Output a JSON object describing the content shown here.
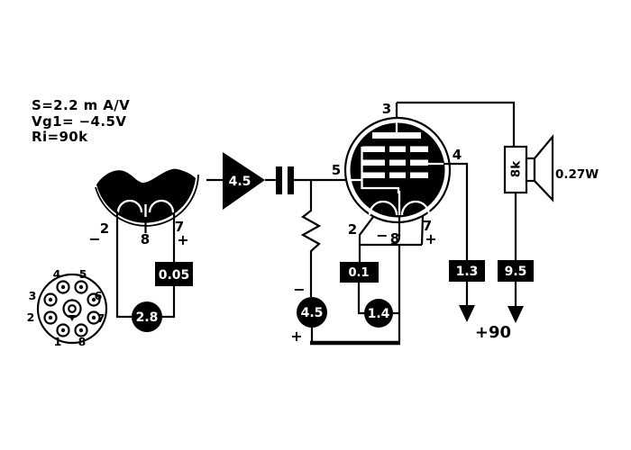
{
  "colors": {
    "ink": "#000000",
    "paper": "#ffffff"
  },
  "params": {
    "transconductance": "S=2.2 m A/V",
    "grid_voltage": "Vg1= −4.5V",
    "internal_resistance": "Ri=90k"
  },
  "input": {
    "level": "4.5"
  },
  "driver_tube": {
    "pin2": "2",
    "pin8": "8",
    "pin7": "7",
    "minus": "−",
    "plus": "+"
  },
  "driver_circuit": {
    "capacitor": "0.05",
    "filament_battery": "2.8"
  },
  "socket": {
    "pins": [
      "1",
      "2",
      "3",
      "4",
      "5",
      "6",
      "7",
      "8"
    ]
  },
  "output_tube": {
    "pin3": "3",
    "pin5": "5",
    "pin4": "4",
    "pin2": "2",
    "pin8": "8",
    "pin7": "7",
    "minus": "−",
    "plus": "+"
  },
  "grid_circuit": {
    "bias_minus": "−",
    "bias_battery": "4.5",
    "bias_plus": "+",
    "capacitor": "0.1",
    "filament_battery": "1.4"
  },
  "supply": {
    "screen_current": "1.3",
    "anode_current": "9.5",
    "voltage": "+90"
  },
  "output": {
    "load": "8k",
    "speaker_power": "0.27W"
  }
}
